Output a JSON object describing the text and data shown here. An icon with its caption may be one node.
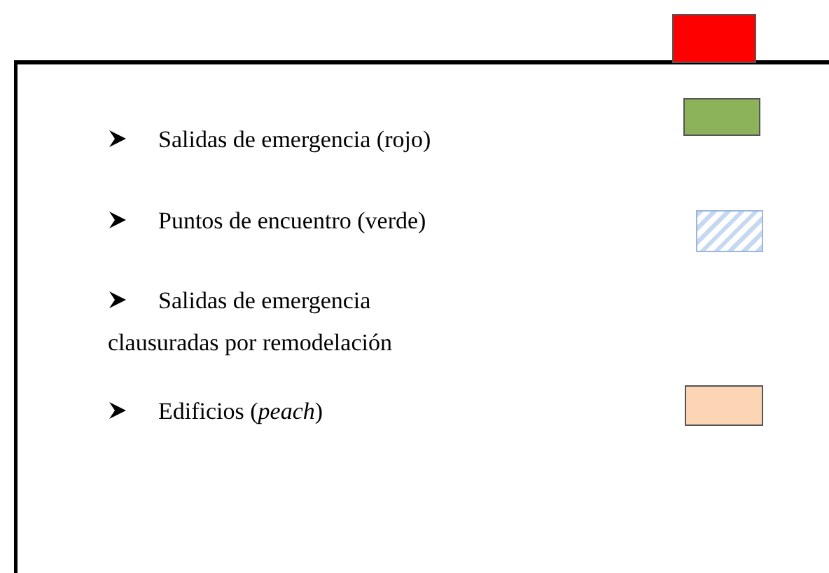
{
  "diagram": {
    "legend": [
      {
        "text": "Salidas de emergencia (rojo)",
        "color": "#ff0000"
      },
      {
        "text": "Puntos de encuentro (verde)",
        "color": "#8db35a"
      },
      {
        "text": "Salidas de emergencia clausuradas por remodelación"
      },
      {
        "text": "Edificios (*peach*)",
        "color": "#fcd5b5"
      }
    ]
  }
}
